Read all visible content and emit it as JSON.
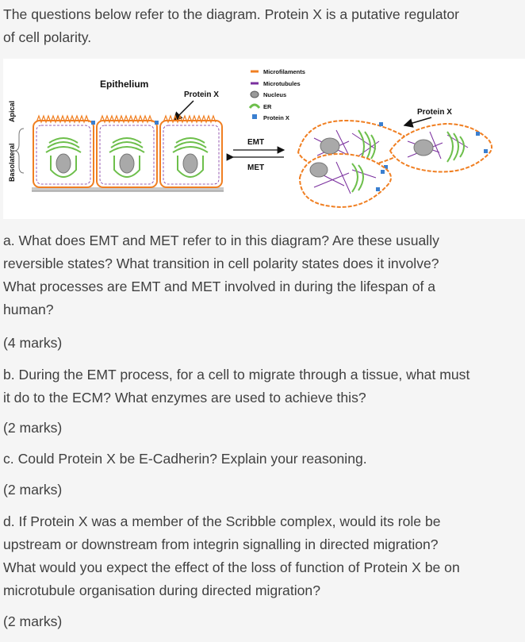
{
  "intro": {
    "line1": "The questions below refer to the diagram. Protein X is a putative regulator",
    "line2": "of cell polarity."
  },
  "diagram": {
    "epithelium_label": "Epithelium",
    "protein_x_left": "Protein X",
    "protein_x_right": "Protein X",
    "apical_label": "Apical",
    "basolateral_label": "Basolateral",
    "emt_label": "EMT",
    "met_label": "MET",
    "legend": [
      {
        "label": "Microfilaments",
        "color": "#f07f22"
      },
      {
        "label": "Microtubules",
        "color": "#7a2f9e"
      },
      {
        "label": "Nucleus",
        "color": "#9a9a9a"
      },
      {
        "label": "ER",
        "color": "#6dbf4b"
      },
      {
        "label": "Protein X",
        "color": "#3a7fd0"
      }
    ]
  },
  "questions": {
    "a_line1": "a. What does EMT and MET refer to in this diagram? Are these usually",
    "a_line2": "reversible states? What transition in cell polarity states does it involve?",
    "a_line3": "What processes are EMT and MET involved in during the lifespan of a",
    "a_line4": "human?",
    "a_marks": "(4 marks)",
    "b_line1": "b. During the EMT process, for a cell to migrate through a tissue, what must",
    "b_line2": "it do to the ECM? What enzymes are used to achieve this?",
    "b_marks": "(2 marks)",
    "c_line1": "c. Could Protein X be E-Cadherin? Explain your reasoning.",
    "c_marks": "(2 marks)",
    "d_line1": "d. If Protein X was a member of the Scribble complex, would its role be",
    "d_line2": "upstream or downstream from integrin signalling in directed migration?",
    "d_line3": " What would you expect the effect of the loss of function of Protein X be on",
    "d_line4": "microtubule organisation during directed migration?",
    "d_marks": "(2 marks)"
  }
}
